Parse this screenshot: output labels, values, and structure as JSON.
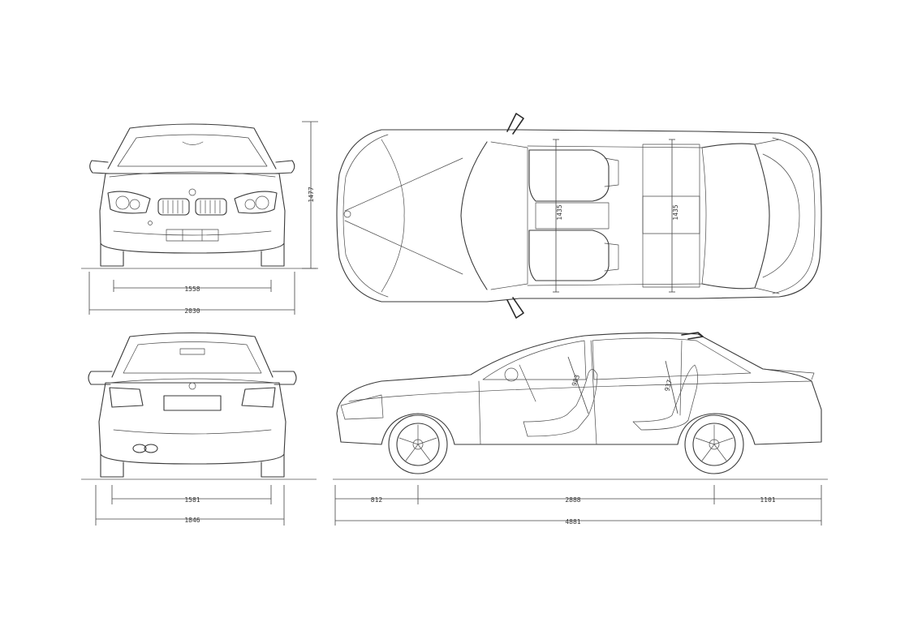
{
  "dimensions": {
    "front_track": "1558",
    "front_total_width": "2030",
    "front_height": "1477",
    "front_seat_height": "1435",
    "rear_seat_height": "1435",
    "front_headroom": "983",
    "rear_headroom": "937",
    "rear_track": "1581",
    "rear_total_width": "1846",
    "front_overhang": "812",
    "wheelbase": "2888",
    "rear_overhang": "1101",
    "overall_length": "4881"
  }
}
